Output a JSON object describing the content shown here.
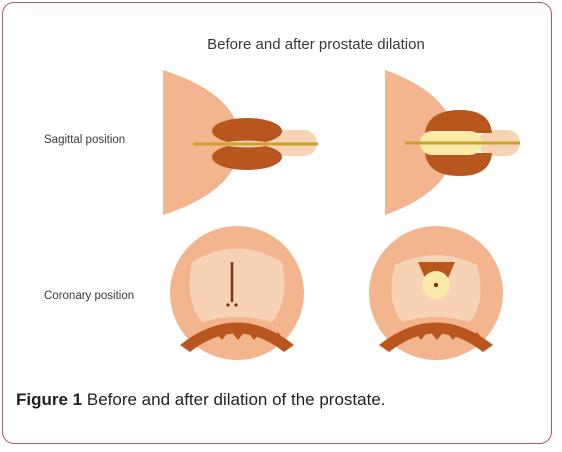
{
  "figure": {
    "title": "Before and after prostate dilation",
    "row_labels": {
      "sagittal": "Sagittal position",
      "coronary": "Coronary position"
    },
    "caption_label": "Figure 1",
    "caption_text": "Before and after dilation of the prostate."
  },
  "colors": {
    "frame_border": "#a85a6a",
    "skin_light": "#f2b58e",
    "skin_pale": "#f8d2b4",
    "prostate_brown": "#b8561e",
    "instrument": "#c9a227",
    "balloon": "#fbeaa8"
  }
}
